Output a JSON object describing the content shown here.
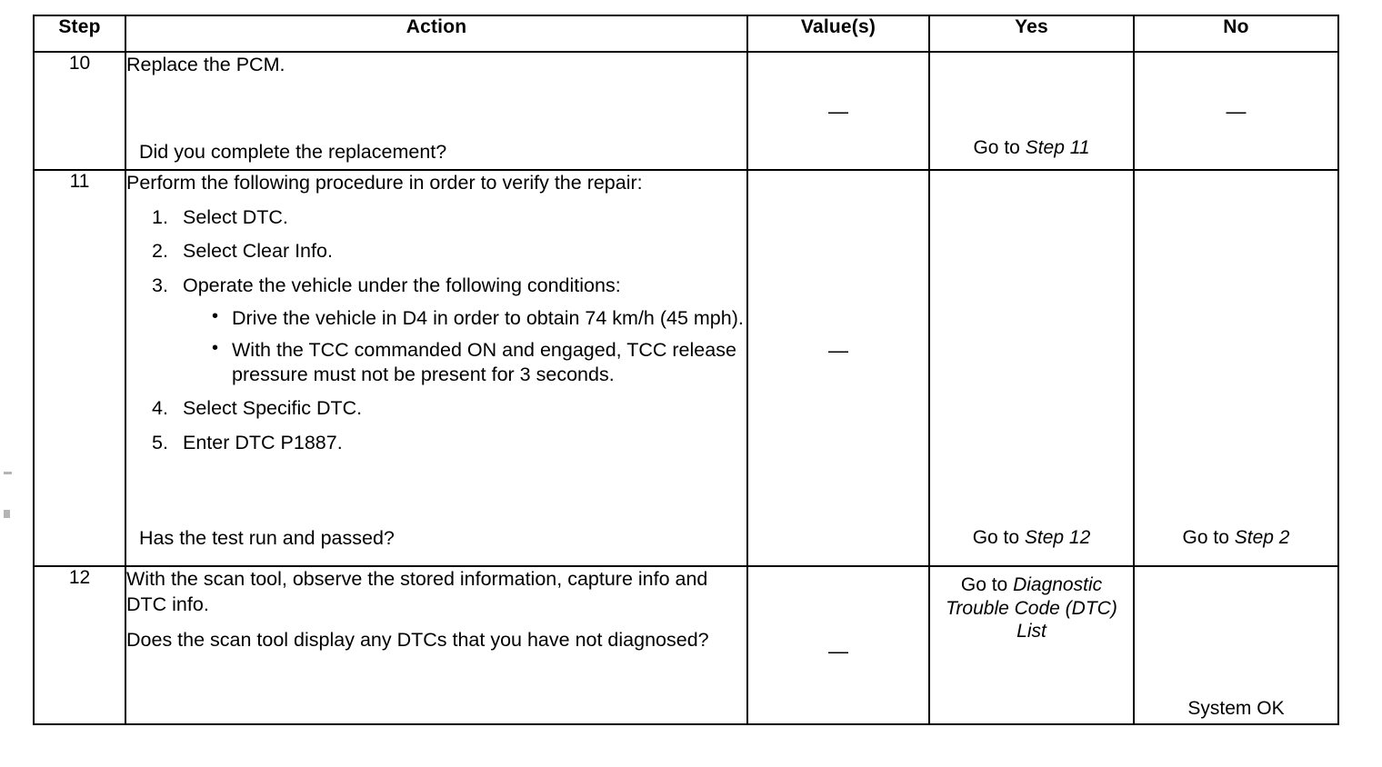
{
  "table": {
    "headers": {
      "step": "Step",
      "action": "Action",
      "values": "Value(s)",
      "yes": "Yes",
      "no": "No"
    },
    "rows": [
      {
        "step": "10",
        "action_lead": "Replace the PCM.",
        "action_question": "Did you complete the replacement?",
        "value": "—",
        "yes_prefix": "Go to ",
        "yes_ref": "Step 11",
        "no": "—"
      },
      {
        "step": "11",
        "action_lead": "Perform the following procedure in order to verify the repair:",
        "steps": [
          {
            "num": "1.",
            "text": "Select DTC."
          },
          {
            "num": "2.",
            "text": "Select Clear Info."
          },
          {
            "num": "3.",
            "text": "Operate the vehicle under the following conditions:",
            "subs": [
              "Drive the vehicle in D4 in order to obtain 74 km/h (45 mph).",
              "With the TCC commanded ON and engaged, TCC release pressure must not be present for 3 seconds."
            ]
          },
          {
            "num": "4.",
            "text": "Select Specific DTC."
          },
          {
            "num": "5.",
            "text": "Enter DTC P1887."
          }
        ],
        "action_question": "Has the test run and passed?",
        "value": "—",
        "yes_prefix": "Go to ",
        "yes_ref": "Step 12",
        "no_prefix": "Go to ",
        "no_ref": "Step 2"
      },
      {
        "step": "12",
        "action_lead": "With the scan tool, observe the stored information, capture info and DTC info.",
        "action_question": "Does the scan tool display any DTCs that you have not diagnosed?",
        "value": "—",
        "yes_prefix": "Go to ",
        "yes_ref": "Diagnostic Trouble Code (DTC) List",
        "no": "System OK"
      }
    ]
  },
  "colors": {
    "border": "#000000",
    "text": "#000000",
    "background": "#ffffff"
  }
}
